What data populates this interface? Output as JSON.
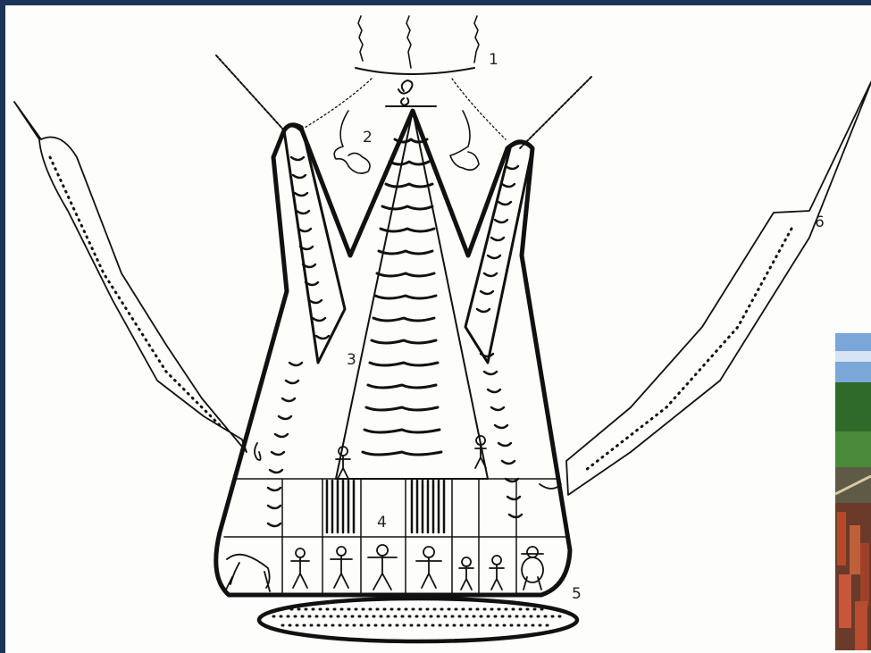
{
  "labels": {
    "l1": "1",
    "l2": "2",
    "l3": "3",
    "l4": "4",
    "l5": "5",
    "l6": "6"
  },
  "colors": {
    "ink": "#111111",
    "paper": "#fdfdfb",
    "frame": "#1b3558"
  }
}
